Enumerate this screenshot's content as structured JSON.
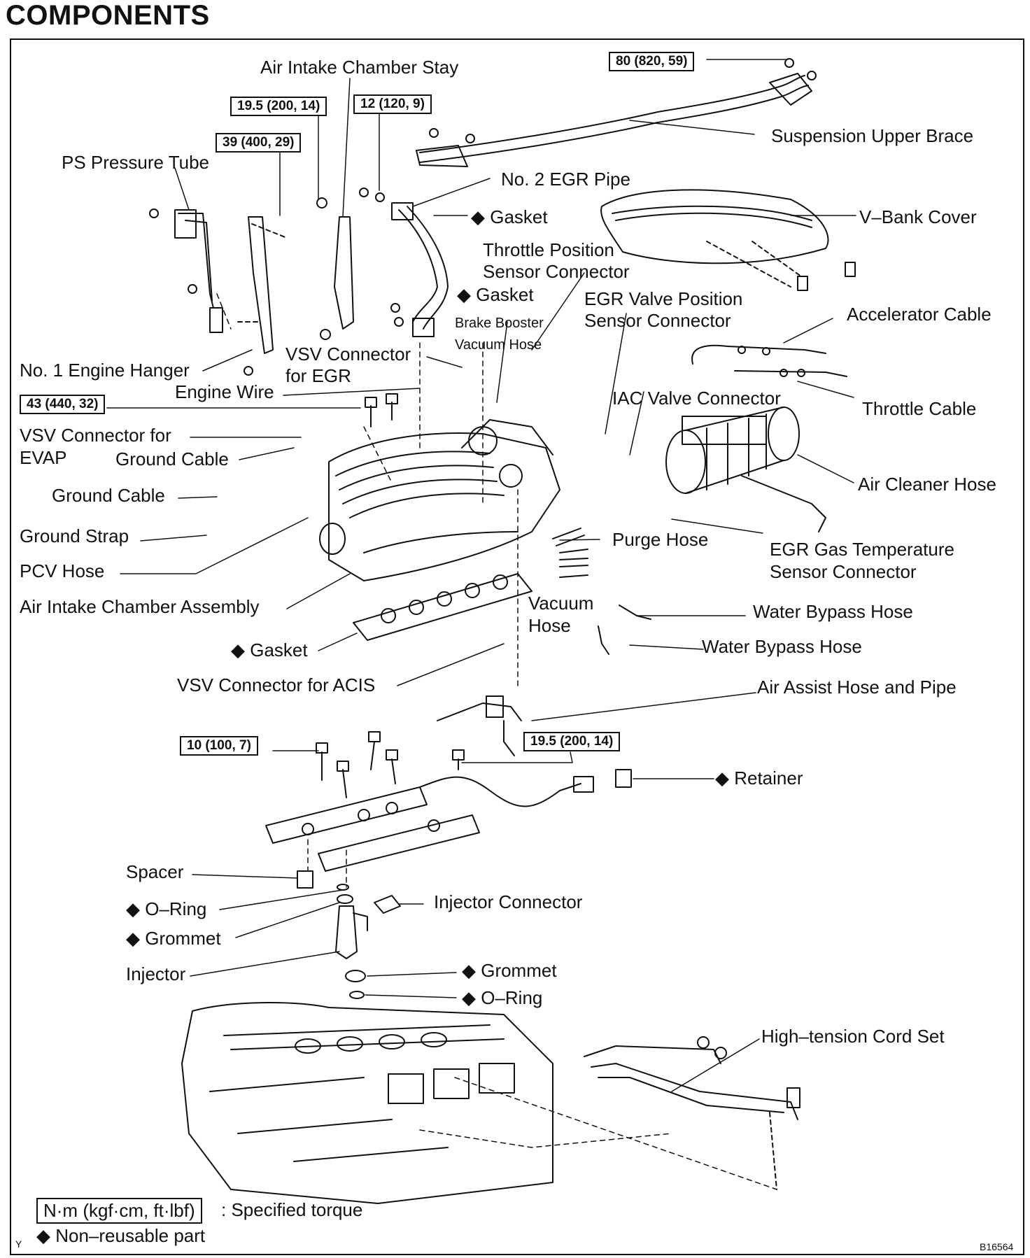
{
  "title": "COMPONENTS",
  "torque_boxes": {
    "t80": "80 (820, 59)",
    "t195a": "19.5 (200, 14)",
    "t12": "12 (120, 9)",
    "t39": "39 (400, 29)",
    "t43": "43 (440, 32)",
    "t10": "10 (100, 7)",
    "t195b": "19.5 (200, 14)"
  },
  "labels": {
    "air_intake_chamber_stay": "Air Intake Chamber Stay",
    "suspension_upper_brace": "Suspension Upper Brace",
    "ps_pressure_tube": "PS Pressure Tube",
    "no2_egr_pipe": "No. 2 EGR Pipe",
    "gasket_1": "◆ Gasket",
    "v_bank_cover": "V–Bank Cover",
    "throttle_position_1": "Throttle Position",
    "throttle_position_2": "Sensor Connector",
    "gasket_2": "◆ Gasket",
    "egr_valve_position_1": "EGR Valve Position",
    "egr_valve_position_2": "Sensor Connector",
    "accelerator_cable": "Accelerator Cable",
    "brake_booster": "Brake Booster",
    "vacuum_hose_small": "Vacuum Hose",
    "vsv_connector_egr_1": "VSV Connector",
    "vsv_connector_egr_2": "for EGR",
    "no1_engine_hanger": "No. 1 Engine Hanger",
    "engine_wire": "Engine Wire",
    "iac_valve_connector": "IAC Valve Connector",
    "throttle_cable": "Throttle Cable",
    "vsv_connector_evap_1": "VSV Connector for",
    "vsv_connector_evap_2": "EVAP",
    "ground_cable_1": "Ground Cable",
    "air_cleaner_hose": "Air Cleaner Hose",
    "ground_cable_2": "Ground Cable",
    "ground_strap": "Ground Strap",
    "purge_hose": "Purge Hose",
    "egr_gas_temp_1": "EGR Gas Temperature",
    "egr_gas_temp_2": "Sensor Connector",
    "pcv_hose": "PCV Hose",
    "air_intake_chamber_assembly": "Air Intake Chamber Assembly",
    "vacuum_1": "Vacuum",
    "vacuum_2": "Hose",
    "water_bypass_hose_1": "Water Bypass Hose",
    "gasket_3": "◆ Gasket",
    "water_bypass_hose_2": "Water Bypass Hose",
    "vsv_connector_acis": "VSV Connector for ACIS",
    "air_assist_hose_pipe": "Air Assist Hose and Pipe",
    "retainer": "◆ Retainer",
    "spacer": "Spacer",
    "oring_1": "◆ O–Ring",
    "injector_connector": "Injector Connector",
    "grommet_1": "◆ Grommet",
    "injector": "Injector",
    "grommet_2": "◆ Grommet",
    "oring_2": "◆ O–Ring",
    "high_tension_cord_set": "High–tension Cord Set"
  },
  "legend": {
    "torque_unit": "N·m (kgf·cm, ft·lbf)",
    "torque_text": ": Specified torque",
    "nonreusable": "◆ Non–reusable part",
    "corner_mark": "Y",
    "figure_code": "B16564"
  }
}
